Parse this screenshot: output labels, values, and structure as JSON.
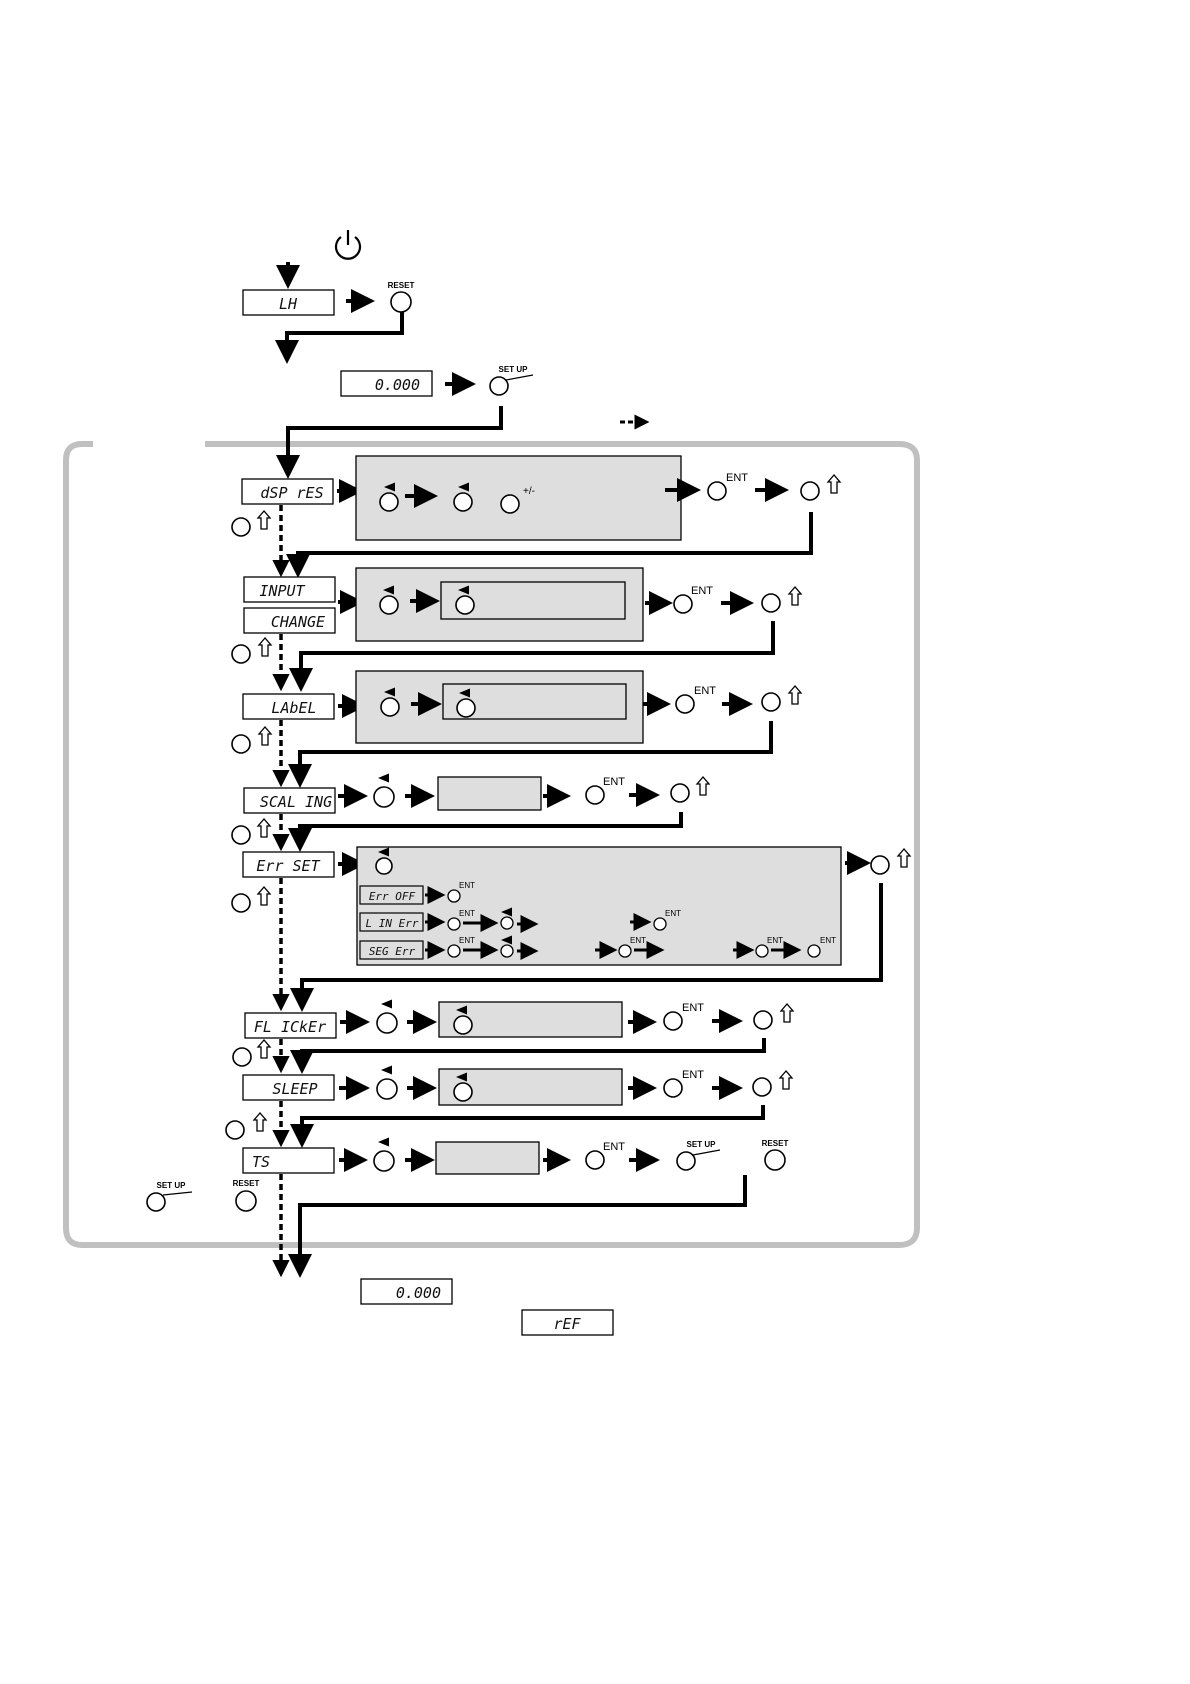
{
  "buttons": {
    "reset": "RESET",
    "setup": "SET UP",
    "ent": "ENT",
    "plus_minus": "+/-"
  },
  "displays": {
    "lh": "LH",
    "zero_a": "0.000",
    "dsp_res": "dSP rES",
    "input": "INPUT",
    "change": "CHANGE",
    "label": "LAbEL",
    "scaling": "SCAL ING",
    "err_set": "Err SET",
    "err_off": "Err OFF",
    "lin_err": "L IN Err",
    "seg_err": "SEG Err",
    "flicker": "FL ICkEr",
    "sleep": "SLEEP",
    "ts": "TS",
    "zero_b": "0.000",
    "ref": "rEF"
  },
  "colors": {
    "panel_fill": "#dedede",
    "frame": "#c0c0c0",
    "ink": "#000000"
  }
}
